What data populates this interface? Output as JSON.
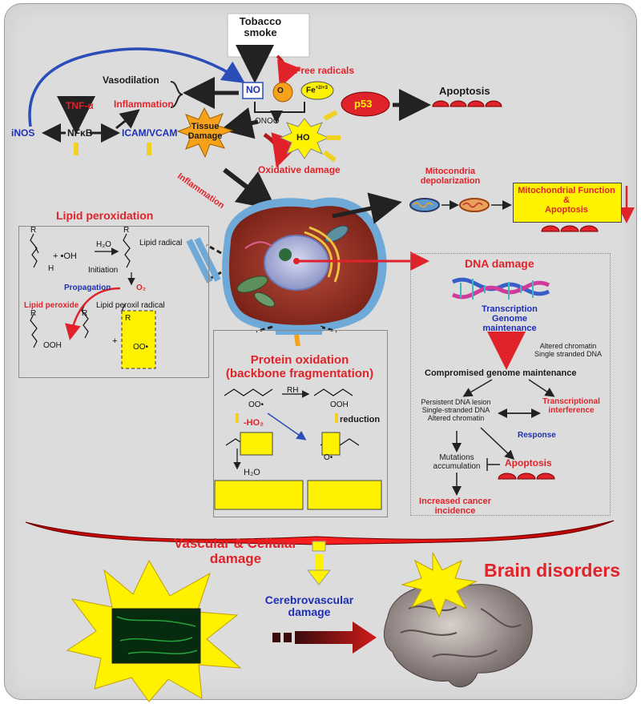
{
  "top": {
    "tobacco": [
      "Tobacco",
      "smoke"
    ],
    "free_radicals": "Free radicals",
    "no": "NO",
    "o2": "O",
    "fe": "Fe",
    "fe_sup": "+2/+3",
    "p53": "p53",
    "apoptosis": "Apoptosis",
    "vasodilation": "Vasodilation",
    "tnf": "TNF-α",
    "inflammation": "Inflammation",
    "inos": "iNOS",
    "nfkb": "NFκB",
    "icam": "ICAM/VCAM",
    "tissue_damage": [
      "Tissue",
      "Damage"
    ],
    "onoo": "ONOO",
    "ho": "HO",
    "oxidative_damage": "Oxidative damage",
    "inflammation2": "Inflammation"
  },
  "mito": {
    "depol": [
      "Mitocondria",
      "depolarization"
    ],
    "function_box": [
      "Mitochondrial Function",
      "&",
      "Apoptosis"
    ]
  },
  "lipid": {
    "title": "Lipid peroxidation",
    "lipid_radical": "Lipid radical",
    "oh": "•OH",
    "h2o": "H₂O",
    "initiation": "Initiation",
    "propagation": "Propagation",
    "o2": "O₂",
    "lipid_peroxide": "Lipid peroxide",
    "lipid_peroxil": "Lipid peroxil radical",
    "ooh": "OOH",
    "oo": "OO•",
    "r": "R",
    "h": "H"
  },
  "protein": {
    "title": [
      "Protein oxidation",
      "(backbone fragmentation)"
    ],
    "rh": "RH",
    "reduction": "reduction",
    "ho2": "-HO₂",
    "h2o": "H₂O",
    "oo": "OO•",
    "ooh": "OOH",
    "o_rad": "O•"
  },
  "dna": {
    "title": "DNA damage",
    "transcription": [
      "Transcription",
      "Genome",
      "maintenance"
    ],
    "altered": [
      "Altered chromatin",
      "Single stranded DNA"
    ],
    "compromised": "Compromised genome maintenance",
    "persistent": [
      "Persistent DNA lesion",
      "Single-stranded DNA",
      "Altered chromatin"
    ],
    "transcriptional": [
      "Transcriptional",
      "interference"
    ],
    "response": "Response",
    "mutations": [
      "Mutations",
      "accumulation"
    ],
    "apoptosis": "Apoptosis",
    "cancer": [
      "Increased cancer",
      "incidence"
    ]
  },
  "bottom": {
    "vascular": [
      "Vascular & Cellular",
      "damage"
    ],
    "cerebro": [
      "Cerebrovascular",
      "damage"
    ],
    "brain": "Brain disorders"
  },
  "colors": {
    "red": "#e0232a",
    "blue": "#1d2fb8",
    "yellow": "#fff200",
    "orange": "#f7a21b",
    "gray_panel": "#dcdcdc"
  }
}
